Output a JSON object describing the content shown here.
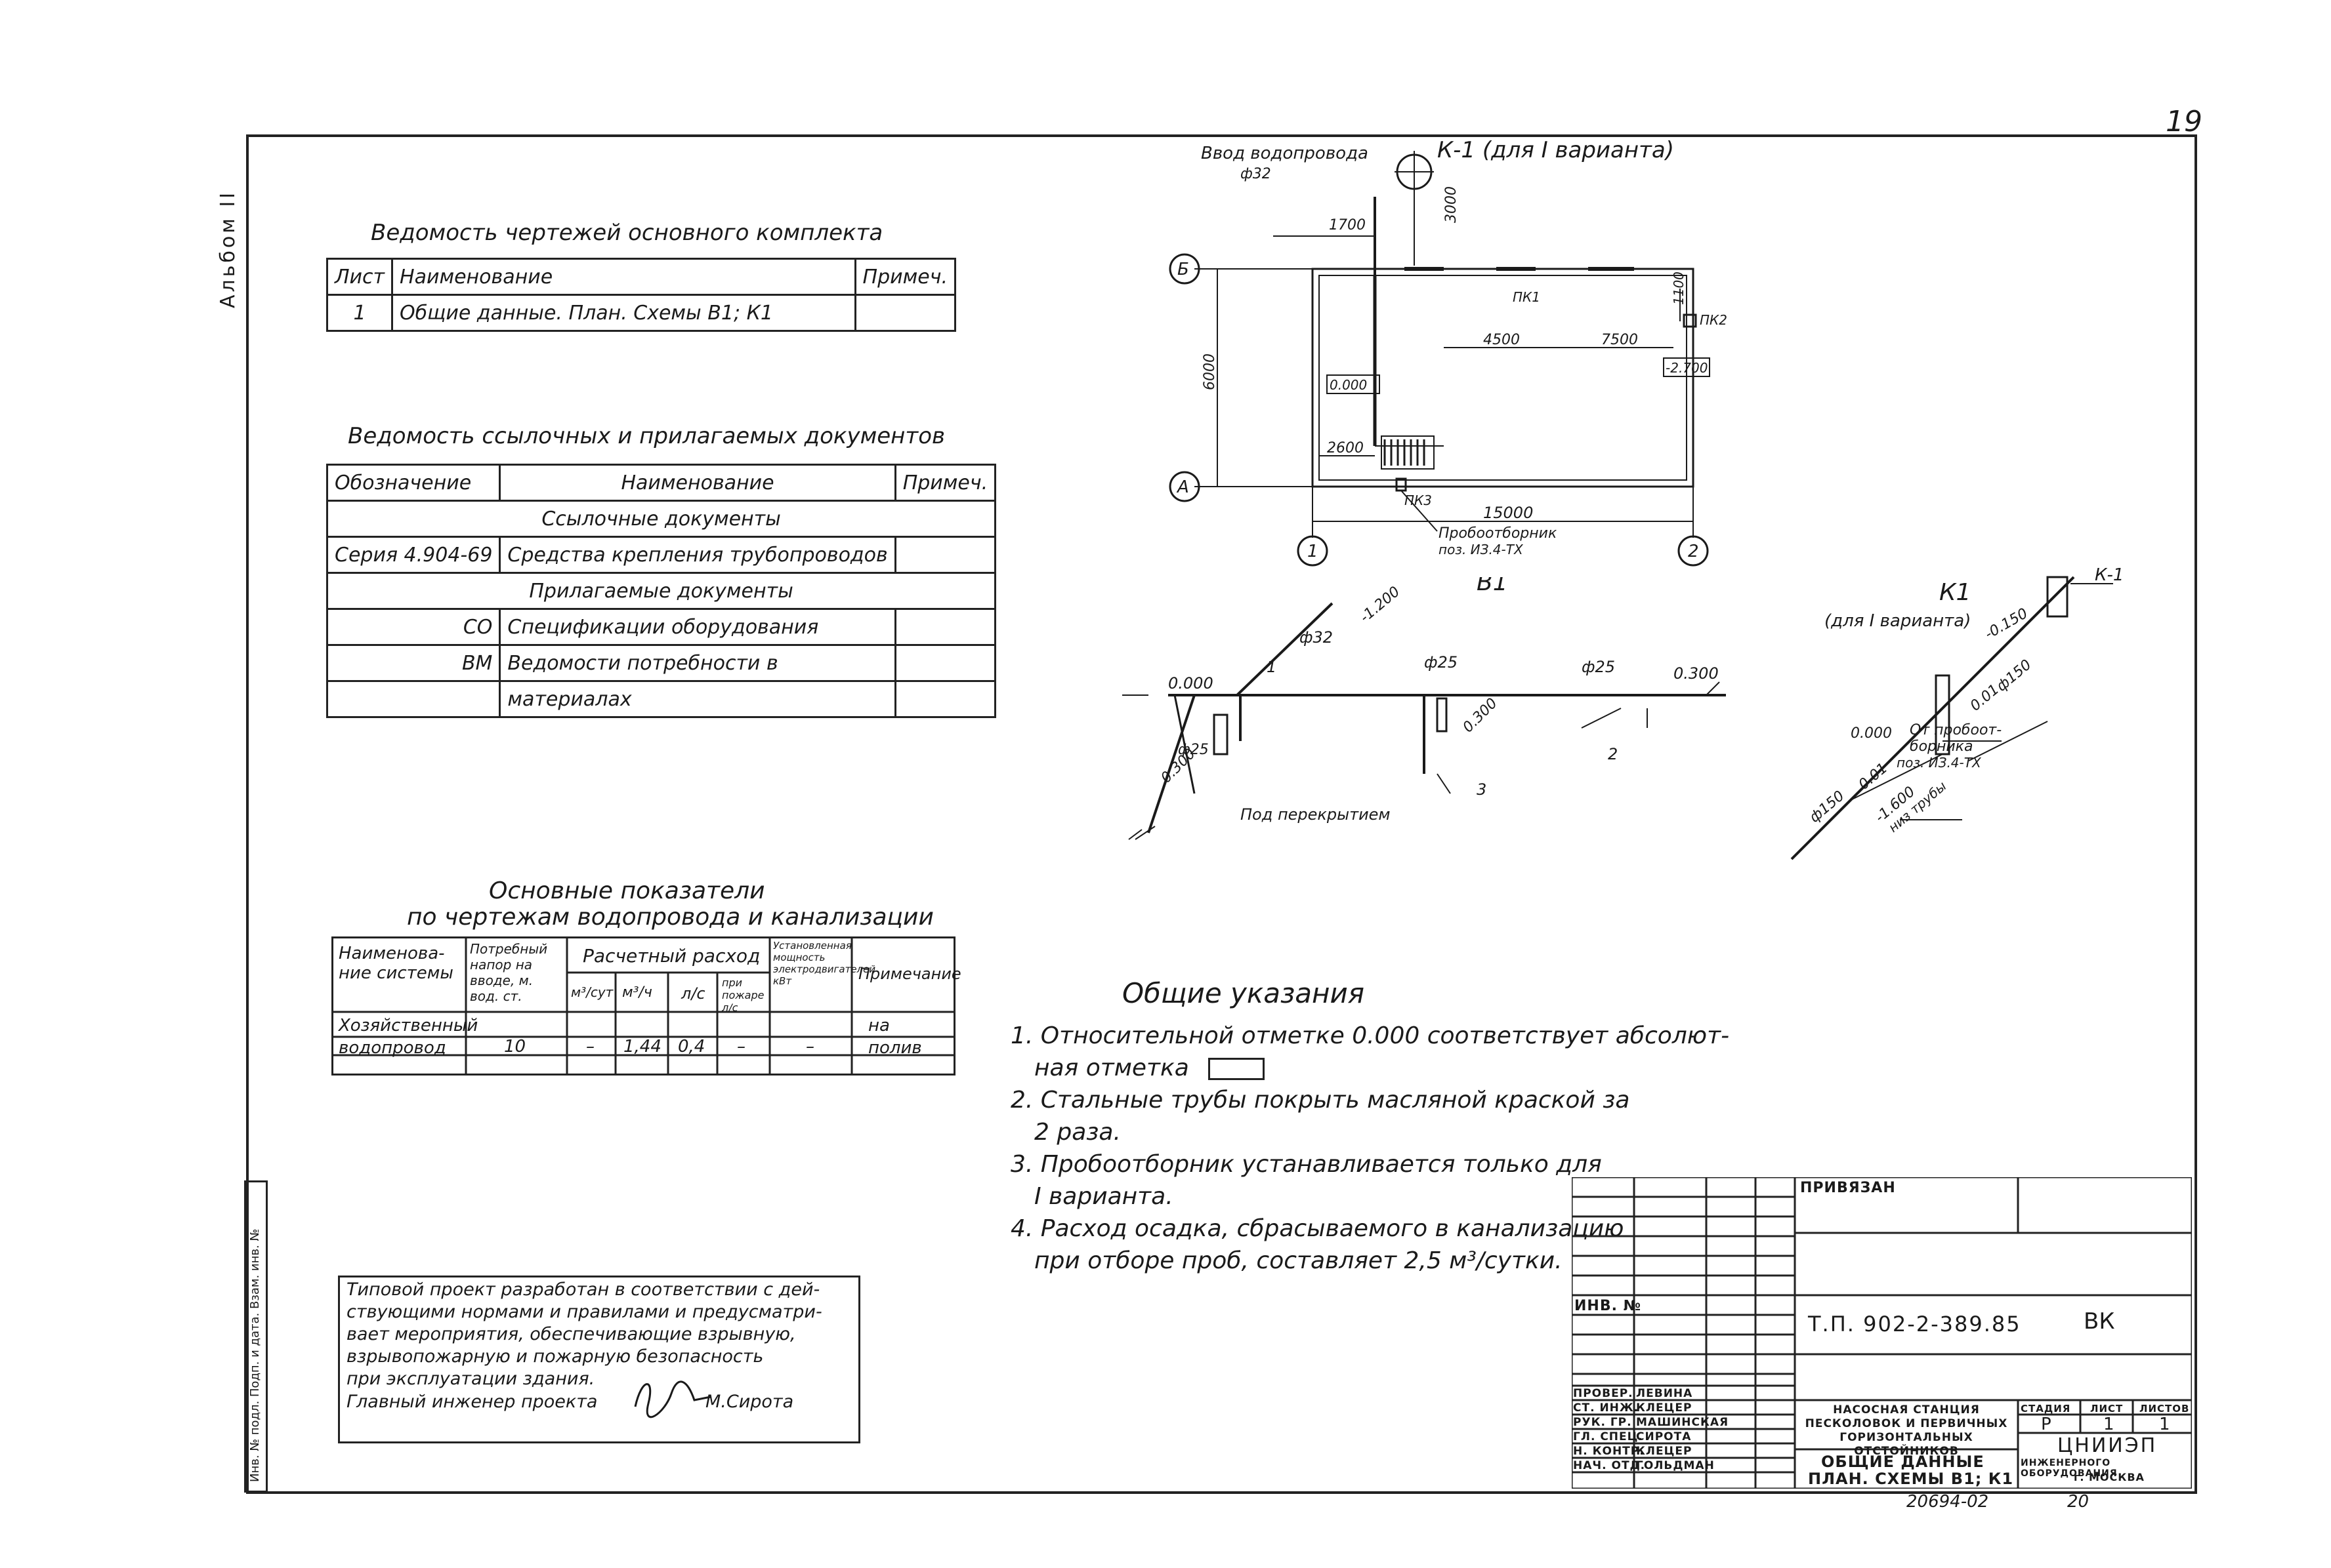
{
  "sheet_number": "19",
  "album_label": "Альбом II",
  "side_stamp": "Инв. № подл. Подп. и дата. Взам. инв. №",
  "drawings_list": {
    "title": "Ведомость чертежей основного комплекта",
    "headers": [
      "Лист",
      "Наименование",
      "Примеч."
    ],
    "rows": [
      [
        "1",
        "Общие данные. План. Схемы В1; К1",
        ""
      ]
    ]
  },
  "references_list": {
    "title": "Ведомость ссылочных и прилагаемых документов",
    "headers": [
      "Обозначение",
      "Наименование",
      "Примеч."
    ],
    "section1": "Ссылочные документы",
    "row1": [
      "Серия 4.904-69",
      "Средства крепления трубопроводов",
      ""
    ],
    "section2": "Прилагаемые документы",
    "row2": [
      "СО",
      "Спецификации оборудования",
      ""
    ],
    "row3": [
      "ВМ",
      "Ведомости потребности в",
      ""
    ],
    "row3b": "материалах"
  },
  "indicators": {
    "title1": "Основные показатели",
    "title2": "по чертежам водопровода и канализации",
    "h_name": "Наименова-ние системы",
    "h_head": "Потребный напор на вводе, м. вод. ст.",
    "h_flow": "Расчетный расход",
    "h_sub": [
      "м³/сут",
      "м³/ч",
      "л/с",
      "при пожаре л/с"
    ],
    "h_power": "Установленная мощность электродвигателей кВт",
    "h_note": "Примечание",
    "row_name1": "Хозяйственный",
    "row_name2": "водопровод",
    "row_values": [
      "10",
      "–",
      "1,44",
      "0,4",
      "–",
      "–"
    ],
    "row_note1": "на",
    "row_note2": "полив"
  },
  "plan": {
    "title": "К-1 (для I варианта)",
    "input_label": "Ввод водопровода",
    "input_dia": "ф32",
    "dims": [
      "1700",
      "3000",
      "1100",
      "4500",
      "7500",
      "6000",
      "2600",
      "15000"
    ],
    "marks": [
      "0.000",
      "-2.700"
    ],
    "wells": [
      "ПК1",
      "ПК2",
      "ПК3"
    ],
    "axes": [
      "Б",
      "А",
      "1",
      "2"
    ],
    "sampler": "Пробоотборник",
    "sampler_pos": "поз. ИЗ.4-ТХ"
  },
  "scheme_b1": {
    "title": "В1",
    "labels": [
      "ф32",
      "-1.200",
      "ф25",
      "ф25",
      "0.300",
      "0.000",
      "ф25",
      "0.300",
      "0.300",
      "1",
      "2",
      "3",
      "Под перекрытием"
    ]
  },
  "scheme_k1": {
    "title": "К1",
    "subtitle": "(для I варианта)",
    "labels": [
      "К-1",
      "-0.150",
      "ф150",
      "0.000",
      "0.01",
      "ф150",
      "0.01",
      "-1.600",
      "низ трубы",
      "От пробоот-",
      "борника",
      "поз. ИЗ.4-ТХ"
    ]
  },
  "general_notes": {
    "title": "Общие указания",
    "lines": [
      "1. Относительной отметке 0.000 соответствует абсолют-",
      "ная отметка",
      "2. Стальные трубы покрыть масляной краской за",
      "2 раза.",
      "3. Пробоотборник устанавливается только для",
      "I варианта.",
      "4. Расход осадка, сбрасываемого в канализацию",
      "при отборе проб, составляет 2,5 м³/сутки."
    ]
  },
  "typical_project": {
    "lines": [
      "Типовой проект разработан в соответствии с дей-",
      "ствующими нормами и правилами и предусматри-",
      "вает мероприятия, обеспечивающие взрывную,",
      "взрывопожарную и пожарную безопасность",
      "при эксплуатации здания."
    ],
    "engineer_label": "Главный инженер проекта",
    "engineer_name": "М.Сирота"
  },
  "title_block": {
    "bound": "ПРИВЯЗАН",
    "inv": "ИНВ. №",
    "code": "Т.П. 902-2-389.85",
    "mark": "ВК",
    "roles": [
      "ПРОВЕР.",
      "СТ. ИНЖ.",
      "РУК. ГР.",
      "ГЛ. СПЕЦ.",
      "Н. КОНТР.",
      "НАЧ. ОТД."
    ],
    "names": [
      "ЛЕВИНА",
      "КЛЕЦЕР",
      "МАШИНСКАЯ",
      "СИРОТА",
      "КЛЕЦЕР",
      "ГОЛЬДМАН"
    ],
    "project_name": "НАСОСНАЯ СТАНЦИЯ ПЕСКОЛОВОК И ПЕРВИЧНЫХ ГОРИЗОНТАЛЬНЫХ ОТСТОЙНИКОВ",
    "stage_h": "СТАДИЯ",
    "sheet_h": "ЛИСТ",
    "sheets_h": "ЛИСТОВ",
    "stage": "Р",
    "sheet": "1",
    "sheets": "1",
    "doc_title1": "ОБЩИЕ ДАННЫЕ",
    "doc_title2": "ПЛАН. СХЕМЫ В1; К1",
    "org1": "ЦНИИЭП",
    "org2": "ИНЖЕНЕРНОГО ОБОРУДОВАНИЯ",
    "org3": "г. МОСКВА",
    "archive": "20694-02",
    "archive2": "20"
  }
}
